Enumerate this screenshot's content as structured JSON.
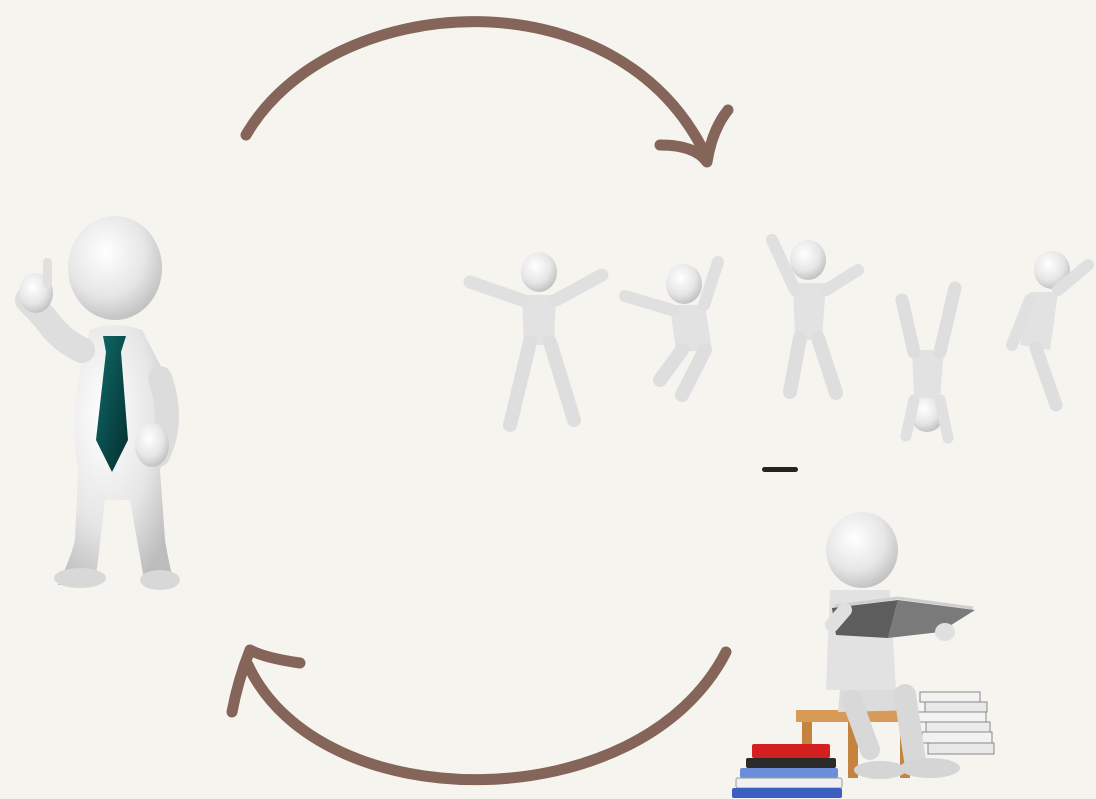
{
  "diagram": {
    "type": "cycle",
    "background": "#f6f4ef",
    "arrow_color": "#85645a",
    "figure_color": "#e6e6e6",
    "tie_color": "#0f6b6b",
    "nodes": [
      {
        "id": "businessman",
        "icon": "businessman-thumbs-up-icon"
      },
      {
        "id": "jumping-people",
        "icon": "jumping-people-icon",
        "count": 5
      },
      {
        "id": "reader",
        "icon": "person-reading-books-icon"
      }
    ],
    "arrows": [
      {
        "from": "businessman",
        "to": "jumping-people",
        "direction": "clockwise-top"
      },
      {
        "from": "reader",
        "to": "businessman",
        "direction": "clockwise-bottom"
      }
    ],
    "book_colors": [
      "#d42020",
      "#2a2a2a",
      "#6a8fd8",
      "#f0f0f0",
      "#3b5fc0"
    ]
  }
}
